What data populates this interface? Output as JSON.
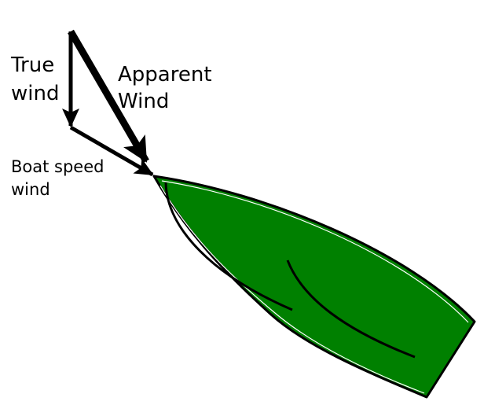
{
  "labels": {
    "true_wind": [
      "True",
      "wind"
    ],
    "apparent_wind": [
      "Apparent",
      "Wind"
    ],
    "boat_speed_wind": [
      "Boat speed",
      "wind"
    ]
  },
  "colors": {
    "hull": "#008000",
    "hull_highlight": "#ffffff",
    "stroke": "#000000",
    "background": "#ffffff"
  }
}
